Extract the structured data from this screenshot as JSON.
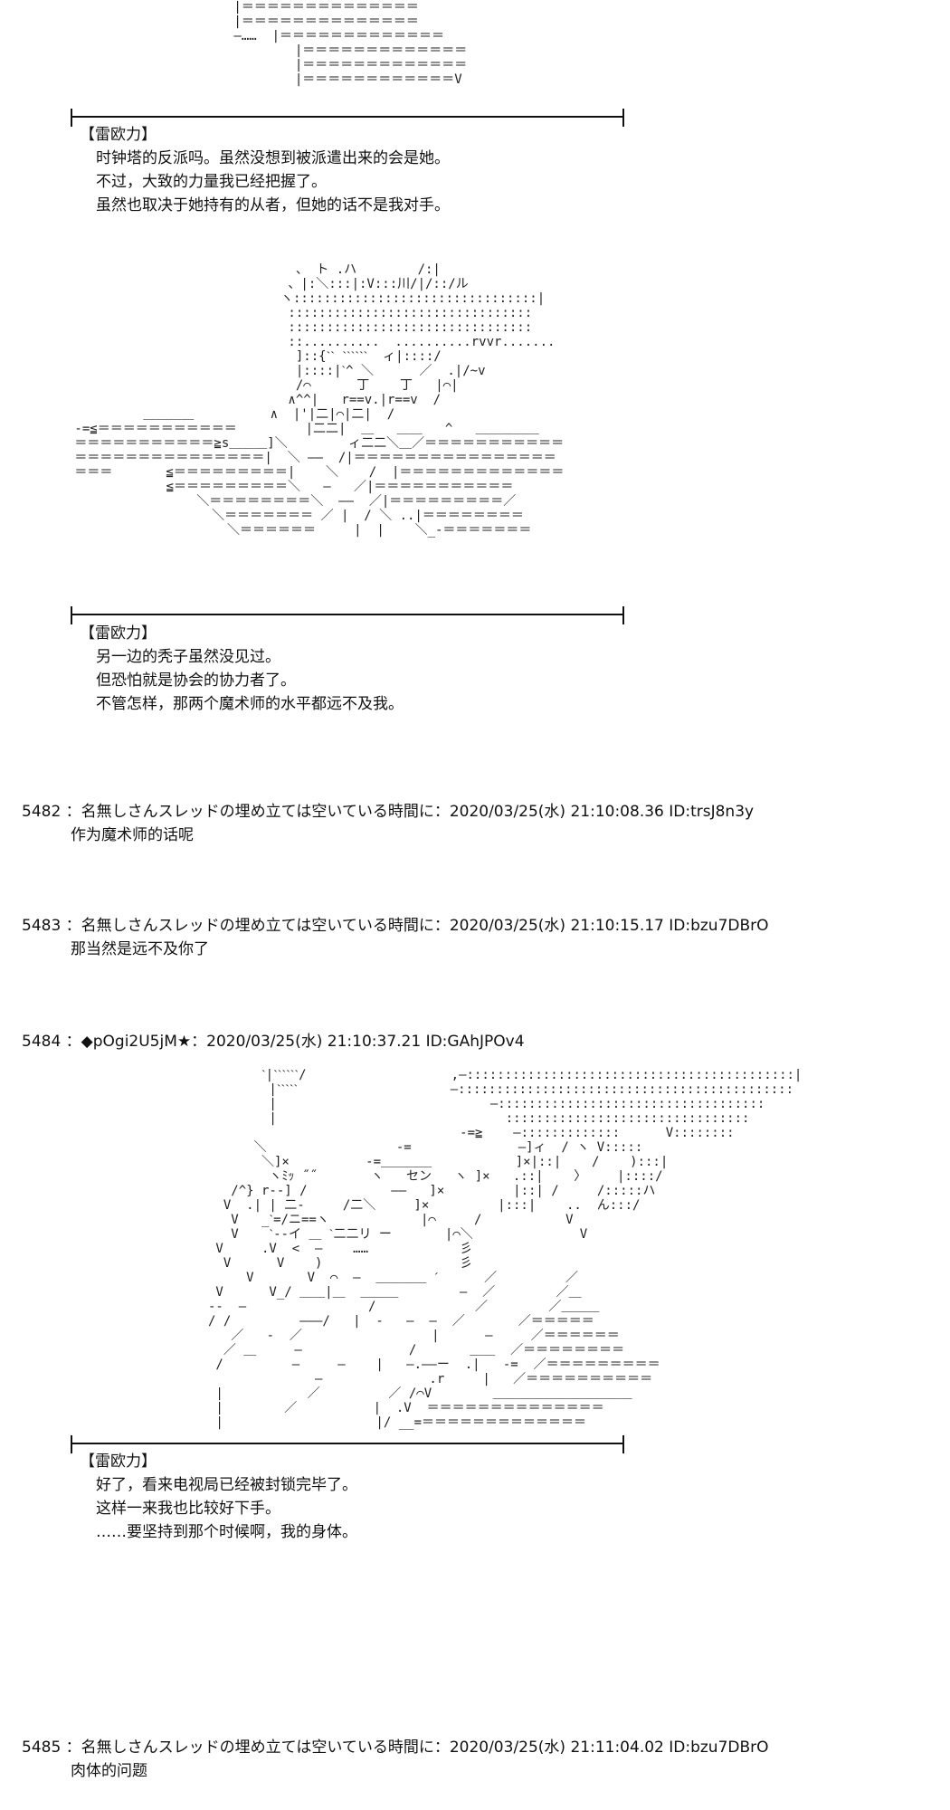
{
  "blocks": [
    {
      "speaker": "【雷欧力】",
      "lines": [
        "时钟塔的反派吗。虽然没想到被派遣出来的会是她。",
        "不过，大致的力量我已经把握了。",
        "虽然也取决于她持有的从者，但她的话不是我对手。"
      ]
    },
    {
      "speaker": "【雷欧力】",
      "lines": [
        "另一边的秃子虽然没见过。",
        "但恐怕就是协会的协力者了。",
        "不管怎样，那两个魔术师的水平都远不及我。"
      ]
    },
    {
      "speaker": "【雷欧力】",
      "lines": [
        "好了，看来电视局已经被封锁完毕了。",
        "这样一来我也比较好下手。",
        "……要坚持到那个时候啊，我的身体。"
      ]
    }
  ],
  "posts": [
    {
      "header": "5482 ：名無しさんスレッドの埋め立ては空いている時間に：2020/03/25(水) 21:10:08.36 ID:trsJ8n3y",
      "body": "作为魔术师的话呢"
    },
    {
      "header": "5483 ：名無しさんスレッドの埋め立ては空いている時間に：2020/03/25(水) 21:10:15.17 ID:bzu7DBrO",
      "body": "那当然是远不及你了"
    },
    {
      "header": "5484 ：◆pOgi2U5jM★：2020/03/25(水) 21:10:37.21 ID:GAhJPOv4",
      "body": ""
    },
    {
      "header": "5485 ：名無しさんスレッドの埋め立ては空いている時間に：2020/03/25(水) 21:11:04.02 ID:bzu7DBrO",
      "body": "肉体的问题"
    }
  ]
}
